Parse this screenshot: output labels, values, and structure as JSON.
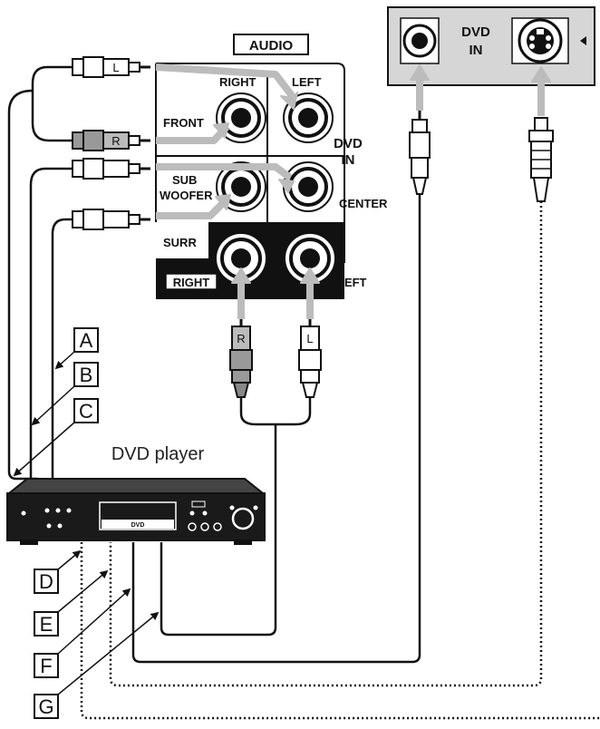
{
  "receiver_panel": {
    "audio_label": "AUDIO",
    "right_label": "RIGHT",
    "left_label": "LEFT",
    "front_label": "FRONT",
    "dvd_in_label_1": "DVD",
    "dvd_in_label_2": "IN",
    "sub_label_1": "SUB",
    "sub_label_2": "WOOFER",
    "center_label": "CENTER",
    "surr_label": "SURR",
    "surr_right_label": "RIGHT",
    "surr_left_label": "LEFT"
  },
  "video_panel": {
    "dvd_label": "DVD",
    "in_label": "IN"
  },
  "plugs": {
    "front_left_letter": "L",
    "front_right_letter": "R",
    "surr_right_letter": "R",
    "surr_left_letter": "L"
  },
  "player": {
    "title": "DVD player",
    "display_text": "DVD"
  },
  "callouts": {
    "a": "A",
    "b": "B",
    "c": "C",
    "d": "D",
    "e": "E",
    "f": "F",
    "g": "G"
  }
}
